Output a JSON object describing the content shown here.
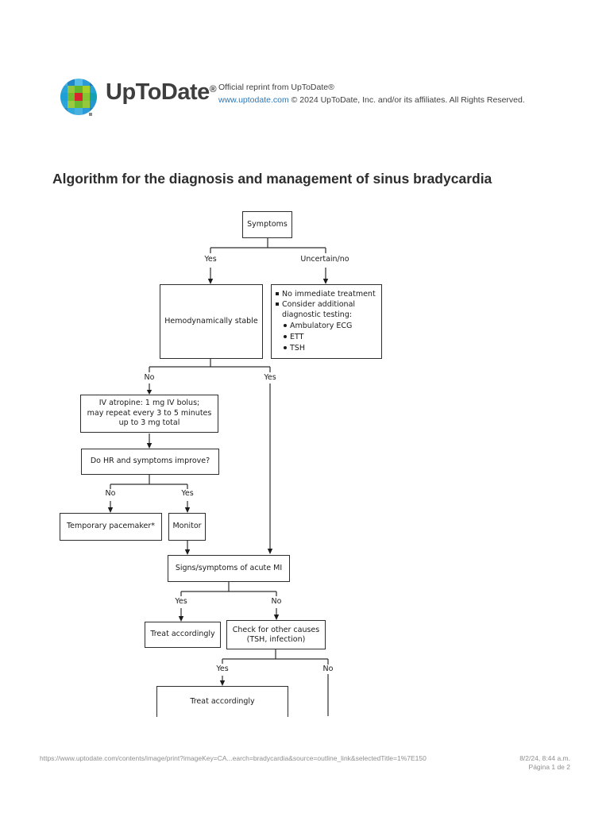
{
  "header": {
    "brand": "UpToDate",
    "reg_mark": "®",
    "official_line": "Official reprint from UpToDate®",
    "link_text": "www.uptodate.com",
    "copyright_text": "© 2024 UpToDate, Inc. and/or its affiliates. All Rights Reserved."
  },
  "page_title": "Algorithm for the diagnosis and management of sinus bradycardia",
  "flowchart": {
    "nodes": {
      "symptoms": "Symptoms",
      "hemodynamically_stable": "Hemodynamically stable",
      "no_treatment": {
        "item1": "No immediate treatment",
        "item2": "Consider additional diagnostic testing:",
        "sub_items": [
          "Ambulatory ECG",
          "ETT",
          "TSH"
        ]
      },
      "atropine": {
        "line1": "IV atropine: 1 mg IV bolus;",
        "line2": "may repeat every 3 to 5 minutes",
        "line3": "up to 3 mg total"
      },
      "hr_improve": "Do HR and symptoms improve?",
      "temporary_pacemaker": "Temporary pacemaker*",
      "monitor": "Monitor",
      "signs_acute_mi": "Signs/symptoms of acute MI",
      "treat_accordingly_1": "Treat accordingly",
      "check_other_causes": {
        "line1": "Check for other causes",
        "line2": "(TSH, infection)"
      },
      "treat_accordingly_2": "Treat accordingly"
    },
    "edge_labels": {
      "symptoms_yes": "Yes",
      "symptoms_uncertain": "Uncertain/no",
      "stable_no": "No",
      "stable_yes": "Yes",
      "improve_no": "No",
      "improve_yes": "Yes",
      "mi_yes": "Yes",
      "mi_no": "No",
      "causes_yes": "Yes",
      "causes_no": "No"
    }
  },
  "footer": {
    "url": "https://www.uptodate.com/contents/image/print?imageKey=CA...earch=bradycardia&source=outline_link&selectedTitle=1%7E150",
    "datetime": "8/2/24, 8:44 a.m.",
    "page_number": "Página 1 de 2"
  },
  "colors": {
    "link_blue": "#2878b8",
    "logo_red": "#d8232f",
    "line_dark": "#2d2d2d",
    "footer_gray": "#8f8f8f"
  },
  "logo": {
    "grid": [
      [
        "#47b1e0",
        "#1f86c9",
        "#55bce8",
        "#2b9ad6",
        "#1e79b6"
      ],
      [
        "#2aa3d8",
        "#90c63e",
        "#63b52e",
        "#a5d02c",
        "#27a0d6"
      ],
      [
        "#209ed6",
        "#74b92e",
        "#d8232f",
        "#86c433",
        "#14a0b4"
      ],
      [
        "#2aa3d8",
        "#9acb3e",
        "#6ab82e",
        "#93c93a",
        "#2596cf"
      ],
      [
        "#2b8cc4",
        "#32a7da",
        "#47b1e0",
        "#2b9ad6",
        "#2180bb"
      ]
    ]
  }
}
